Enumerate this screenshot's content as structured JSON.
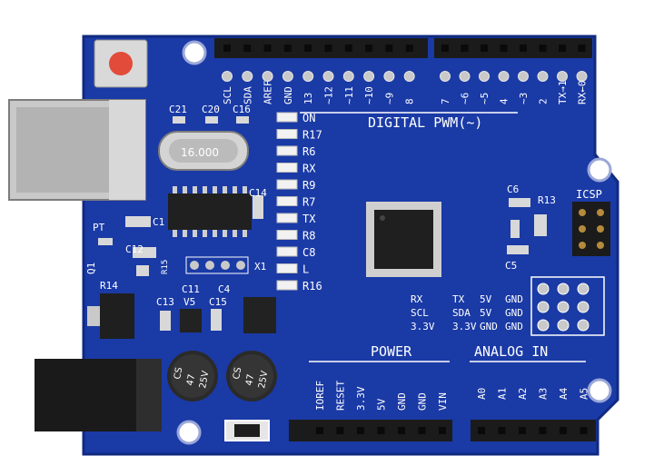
{
  "board": {
    "colors": {
      "pcb": "#1a3aa6",
      "pcb_edge": "#102a80",
      "header": "#1b1b1b",
      "silk": "#ffffff",
      "pad": "#c9c9c9",
      "led": "#ffffff"
    },
    "digital_pins": [
      "SCL",
      "SDA",
      "AREF",
      "GND",
      "13",
      "~12",
      "~11",
      "~10",
      "~9",
      "8",
      "7",
      "~6",
      "~5",
      "4",
      "~3",
      "2",
      "TX→1",
      "RX←0"
    ],
    "digital_label": "DIGITAL PWM(~)",
    "led_labels": [
      "ON",
      "R17",
      "R6",
      "RX",
      "R9",
      "R7",
      "TX",
      "R8",
      "C8",
      "L",
      "R16"
    ],
    "component_labels": {
      "c21": "C21",
      "c20": "C20",
      "c16": "C16",
      "c14": "C14",
      "c1": "C1",
      "pt": "PT",
      "c12": "C12",
      "q1": "Q1",
      "r14": "R14",
      "x1": "X1",
      "c11": "C11",
      "c4": "C4",
      "r15": "R15",
      "c13": "C13",
      "v5": "V5",
      "c15": "C15",
      "c6": "C6",
      "r13": "R13",
      "c5": "C5",
      "icsp": "ICSP"
    },
    "crystal_text": "16.000",
    "header_labels": [
      [
        "RX",
        "TX",
        "5V",
        "GND"
      ],
      [
        "SCL",
        "SDA",
        "5V",
        "GND"
      ],
      [
        "3.3V",
        "3.3V",
        "GND",
        "GND"
      ]
    ],
    "power_title": "POWER",
    "power_pins": [
      "IOREF",
      "RESET",
      "3.3V",
      "5V",
      "GND",
      "GND",
      "VIN"
    ],
    "analog_title": "ANALOG IN",
    "analog_pins": [
      "A0",
      "A1",
      "A2",
      "A3",
      "A4",
      "A5"
    ],
    "capacitor_text": [
      "CS",
      "47",
      "25V"
    ]
  }
}
